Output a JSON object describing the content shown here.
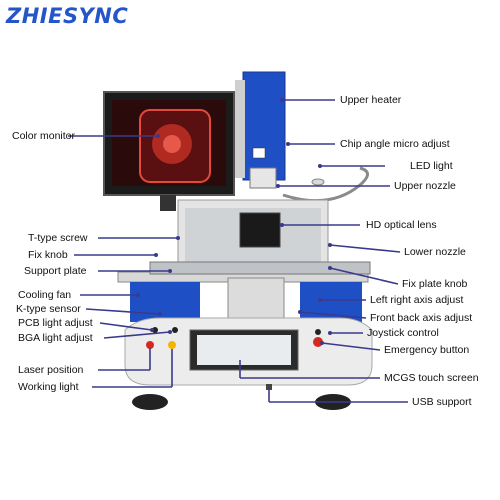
{
  "brand": "ZHIESYNC",
  "labels": {
    "upper_heater": "Upper heater",
    "chip_angle": "Chip angle micro adjust",
    "led_light": "LED light",
    "upper_nozzle": "Upper nozzle",
    "color_monitor": "Color monitor",
    "hd_optical_lens": "HD optical lens",
    "t_type_screw": "T-type screw",
    "lower_nozzle": "Lower nozzle",
    "fix_knob": "Fix knob",
    "support_plate": "Support plate",
    "fix_plate_knob": "Fix plate knob",
    "cooling_fan": "Cooling fan",
    "left_right_axis": "Left right axis adjust",
    "k_type_sensor": "K-type sensor",
    "front_back_axis": "Front back axis adjust",
    "pcb_light": "PCB light adjust",
    "joystick": "Joystick control",
    "bga_light": "BGA light adjust",
    "emergency": "Emergency button",
    "laser_position": "Laser position",
    "mcgs_touch": "MCGS touch screen",
    "working_light": "Working light",
    "usb_support": "USB support"
  },
  "colors": {
    "brand": "#2456c9",
    "leader_line": "#3a3a8c",
    "machine_blue": "#1f4fc4",
    "machine_white": "#ececec",
    "monitor_glow": "#c0302a"
  }
}
